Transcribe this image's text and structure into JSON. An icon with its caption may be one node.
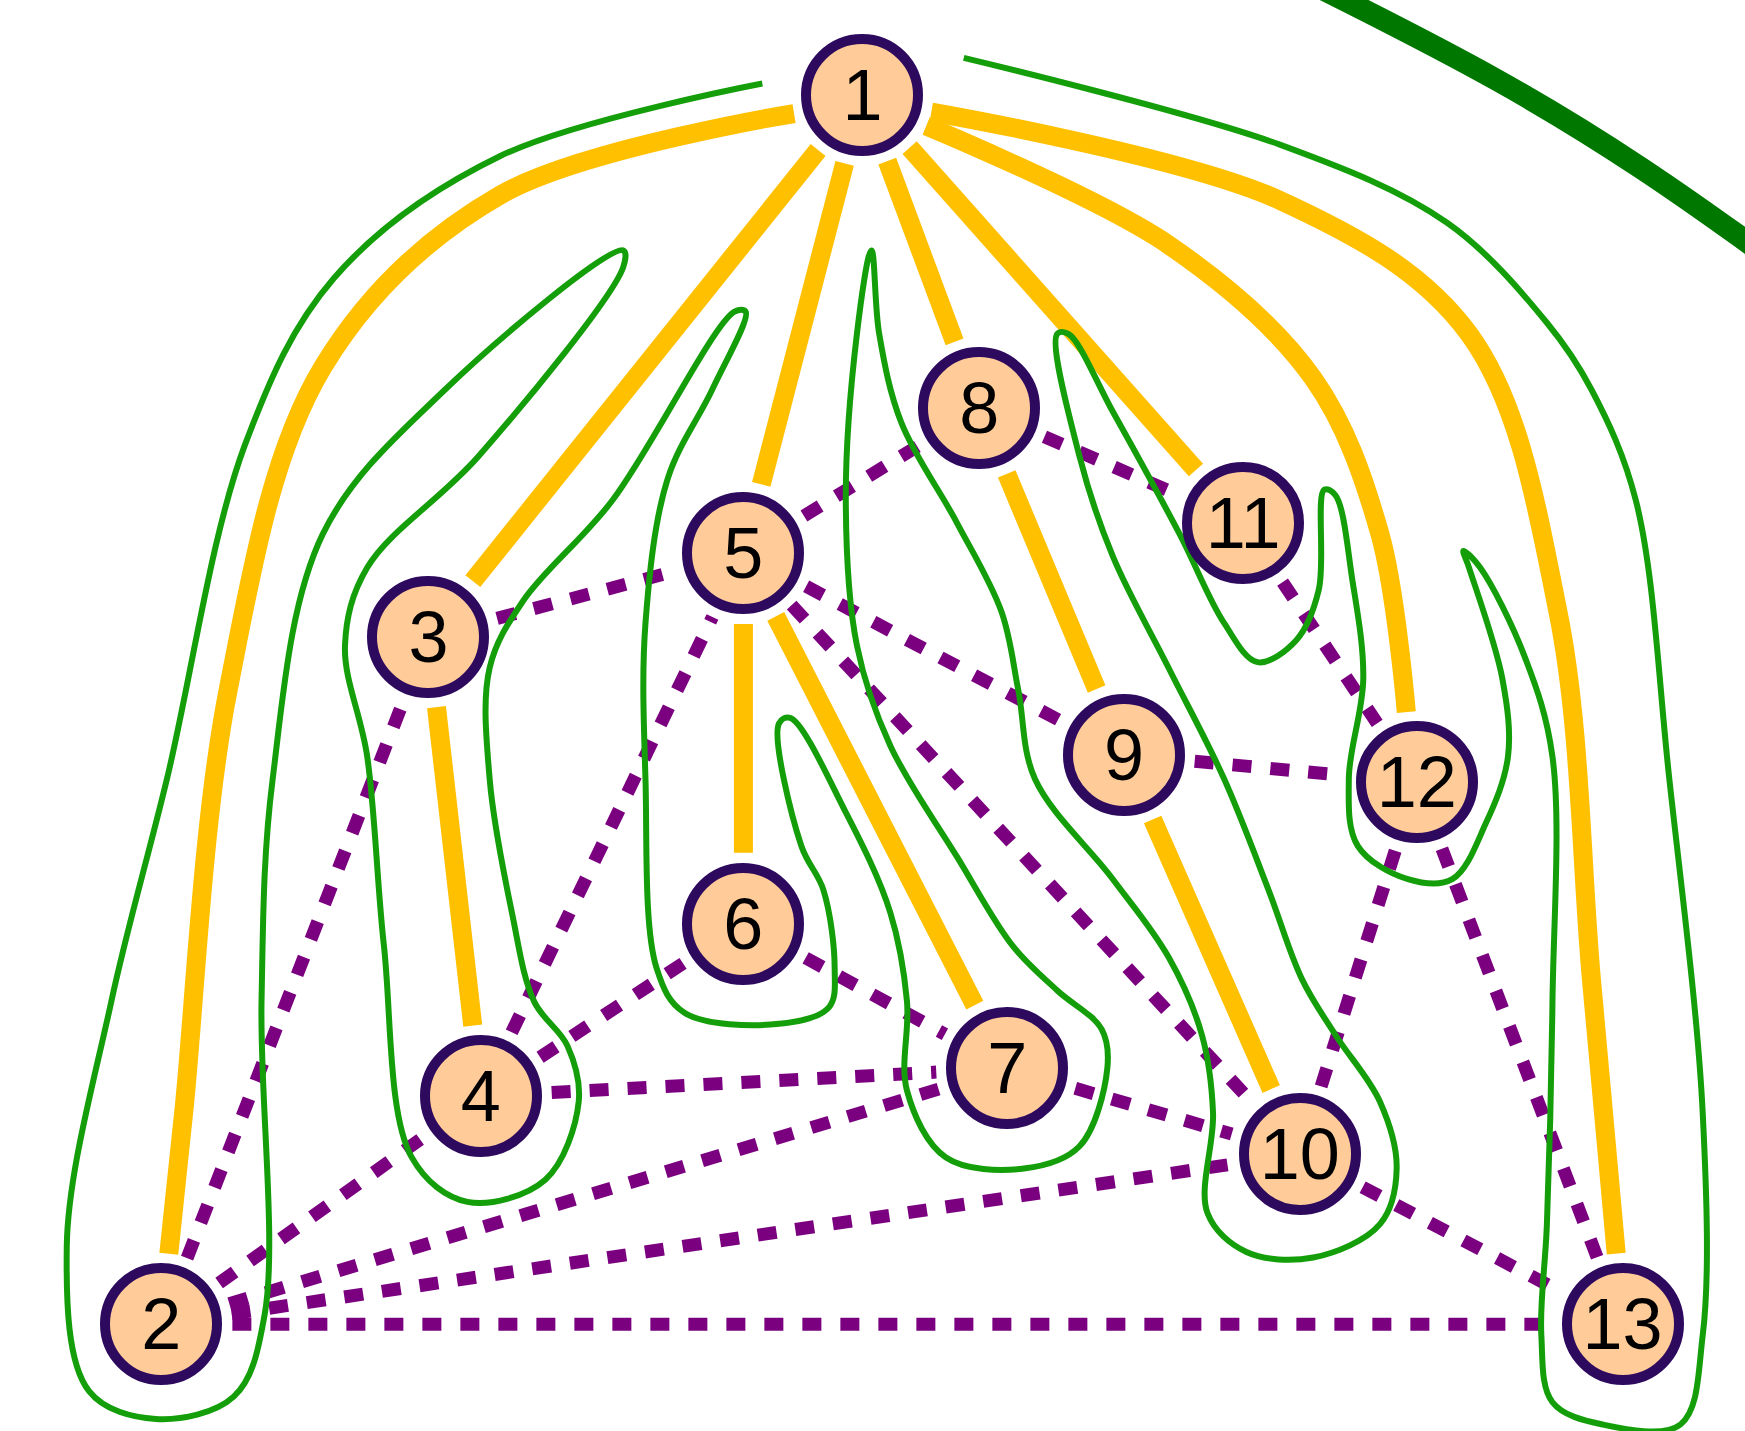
{
  "diagram": {
    "nodes": [
      {
        "text": [
          "1"
        ]
      },
      {
        "text": [
          "2"
        ]
      },
      {
        "text": [
          "3"
        ]
      },
      {
        "text": [
          "4"
        ]
      },
      {
        "text": [
          "5"
        ]
      },
      {
        "text": [
          "6"
        ]
      },
      {
        "text": [
          "7"
        ]
      },
      {
        "text": [
          "8"
        ]
      },
      {
        "text": [
          "9"
        ]
      },
      {
        "text": [
          "10"
        ]
      },
      {
        "text": [
          "11"
        ]
      },
      {
        "text": [
          "12"
        ]
      },
      {
        "text": [
          "13"
        ]
      }
    ],
    "edges": [
      {
        "from": 0,
        "to": 1,
        "arrow": "none",
        "color": "#ffc000"
      },
      {
        "from": 0,
        "to": 2,
        "arrow": "none",
        "color": "#ffc000"
      },
      {
        "from": 0,
        "to": 4,
        "arrow": "none",
        "color": "#ffc000"
      },
      {
        "from": 0,
        "to": 7,
        "arrow": "none",
        "color": "#ffc000"
      },
      {
        "from": 0,
        "to": 10,
        "arrow": "none",
        "color": "#ffc000"
      },
      {
        "from": 0,
        "to": 11,
        "arrow": "none",
        "color": "#ffc000"
      },
      {
        "from": 0,
        "to": 12,
        "arrow": "none",
        "color": "#ffc000"
      },
      {
        "from": 2,
        "to": 3,
        "arrow": "none",
        "color": "#ffc000"
      },
      {
        "from": 4,
        "to": 5,
        "arrow": "none",
        "color": "#ffc000"
      },
      {
        "from": 4,
        "to": 6,
        "arrow": "none",
        "color": "#ffc000"
      },
      {
        "from": 7,
        "to": 8,
        "arrow": "none",
        "color": "#ffc000"
      },
      {
        "from": 8,
        "to": 9,
        "arrow": "none",
        "color": "#ffc000"
      },
      {
        "from": 1,
        "to": 2,
        "arrow": "none",
        "style": "dashed"
      },
      {
        "from": 1,
        "to": 3,
        "arrow": "none",
        "style": "dashed"
      },
      {
        "from": 1,
        "to": 6,
        "arrow": "none",
        "style": "dashed"
      },
      {
        "from": 1,
        "to": 9,
        "arrow": "none",
        "style": "dashed"
      },
      {
        "from": 1,
        "to": 12,
        "arrow": "none",
        "style": "dashed"
      },
      {
        "from": 2,
        "to": 4,
        "arrow": "none",
        "style": "dashed"
      },
      {
        "from": 3,
        "to": 4,
        "arrow": "none",
        "style": "dashed"
      },
      {
        "from": 3,
        "to": 5,
        "arrow": "none",
        "style": "dashed"
      },
      {
        "from": 3,
        "to": 6,
        "arrow": "none",
        "style": "dashed"
      },
      {
        "from": 4,
        "to": 7,
        "arrow": "none",
        "style": "dashed"
      },
      {
        "from": 4,
        "to": 8,
        "arrow": "none",
        "style": "dashed"
      },
      {
        "from": 4,
        "to": 9,
        "arrow": "none",
        "style": "dashed"
      },
      {
        "from": 5,
        "to": 6,
        "arrow": "none",
        "style": "dashed"
      },
      {
        "from": 6,
        "to": 9,
        "arrow": "none",
        "style": "dashed"
      },
      {
        "from": 7,
        "to": 10,
        "arrow": "none",
        "style": "dashed"
      },
      {
        "from": 8,
        "to": 11,
        "arrow": "none",
        "style": "dashed"
      },
      {
        "from": 9,
        "to": 11,
        "arrow": "none",
        "style": "dashed"
      },
      {
        "from": 9,
        "to": 12,
        "arrow": "none",
        "style": "dashed"
      },
      {
        "from": 10,
        "to": 11,
        "arrow": "none",
        "style": "dashed"
      },
      {
        "from": 11,
        "to": 12,
        "arrow": "none",
        "style": "dashed"
      }
    ]
  }
}
